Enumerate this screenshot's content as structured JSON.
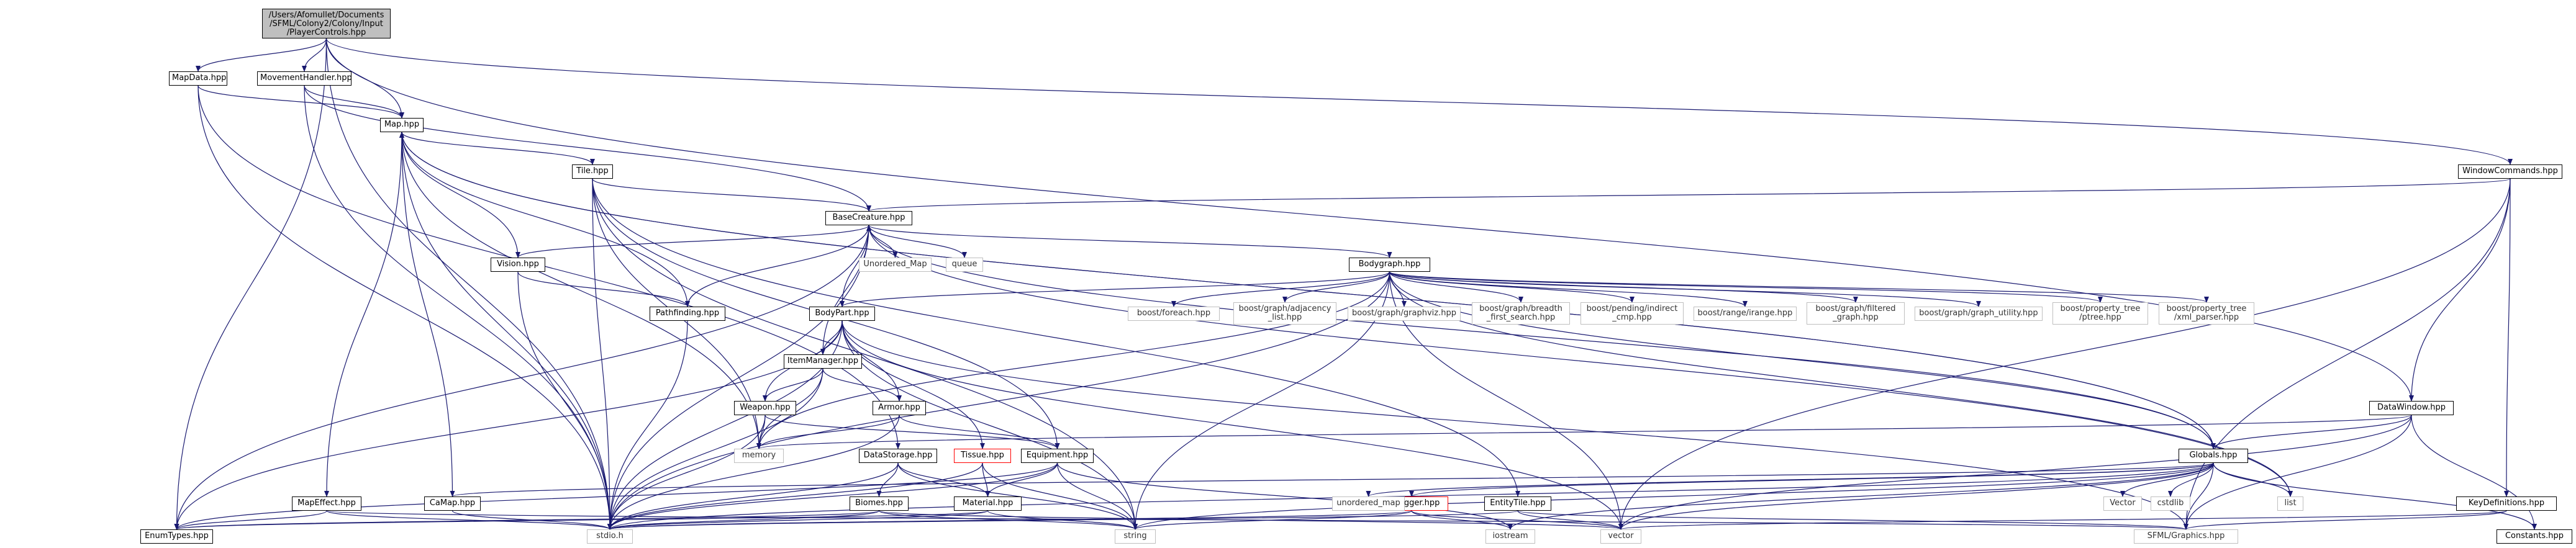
{
  "diagram": {
    "nodes": {
      "root": "/Users/Afomullet/Documents\n/SFML/Colony2/Colony/Input\n/PlayerControls.hpp",
      "mapdata": "MapData.hpp",
      "movementhandler": "MovementHandler.hpp",
      "windowcommands": "WindowCommands.hpp",
      "map": "Map.hpp",
      "tile": "Tile.hpp",
      "basecreature": "BaseCreature.hpp",
      "vision": "Vision.hpp",
      "unordered_map_cap": "Unordered_Map",
      "queue": "queue",
      "pathfinding": "Pathfinding.hpp",
      "bodygraph": "Bodygraph.hpp",
      "bodypart": "BodyPart.hpp",
      "itemmanager": "ItemManager.hpp",
      "weapon": "Weapon.hpp",
      "armor": "Armor.hpp",
      "memory": "memory",
      "datastorage": "DataStorage.hpp",
      "tissue": "Tissue.hpp",
      "equipment": "Equipment.hpp",
      "datawindow": "DataWindow.hpp",
      "globals": "Globals.hpp",
      "mapeffect": "MapEffect.hpp",
      "camap": "CaMap.hpp",
      "biomes": "Biomes.hpp",
      "material": "Material.hpp",
      "entitytile": "EntityTile.hpp",
      "filelogger": "Filelogger.hpp",
      "keydefinitions": "KeyDefinitions.hpp",
      "enumtypes": "EnumTypes.hpp",
      "stdio": "stdio.h",
      "string": "string",
      "iostream": "iostream",
      "vector": "vector",
      "sfml": "SFML/Graphics.hpp",
      "constants": "Constants.hpp",
      "unordered_map": "unordered_map",
      "vector_cap": "Vector",
      "cstdlib": "cstdlib",
      "list": "list",
      "boost_foreach": "boost/foreach.hpp",
      "boost_adjacency": "boost/graph/adjacency\n_list.hpp",
      "boost_graphviz": "boost/graph/graphviz.hpp",
      "boost_bfs": "boost/graph/breadth\n_first_search.hpp",
      "boost_pending": "boost/pending/indirect\n_cmp.hpp",
      "boost_range": "boost/range/irange.hpp",
      "boost_filtered": "boost/graph/filtered\n_graph.hpp",
      "boost_utility": "boost/graph/graph_utility.hpp",
      "boost_ptree": "boost/property_tree\n/ptree.hpp",
      "boost_xml": "boost/property_tree\n/xml_parser.hpp"
    },
    "colors": {
      "edge": "#191970",
      "node_border": "#000000",
      "external_border": "#bfbfbf",
      "root_fill": "#bfbfbf",
      "highlight_border": "#ff0000"
    }
  }
}
